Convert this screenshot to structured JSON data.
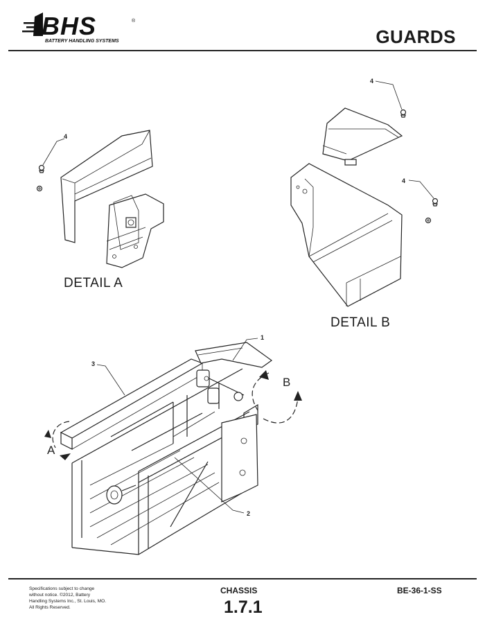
{
  "header": {
    "logo_text": "BHS",
    "logo_tagline": "BATTERY HANDLING SYSTEMS",
    "title": "GUARDS"
  },
  "details": {
    "detail_a": "DETAIL  A",
    "detail_b": "DETAIL  B"
  },
  "callouts": {
    "item_1": "1",
    "item_2": "2",
    "item_3": "3",
    "item_4": "4",
    "view_a": "A",
    "view_b": "B"
  },
  "footer": {
    "spec_note": "Specifications subject to change without notice. ©2012, Battery Handling Systems Inc., St. Louis, MO. All Rights Reserved.",
    "section_name": "CHASSIS",
    "section_number": "1.7.1",
    "doc_number": "BE-36-1-SS"
  }
}
